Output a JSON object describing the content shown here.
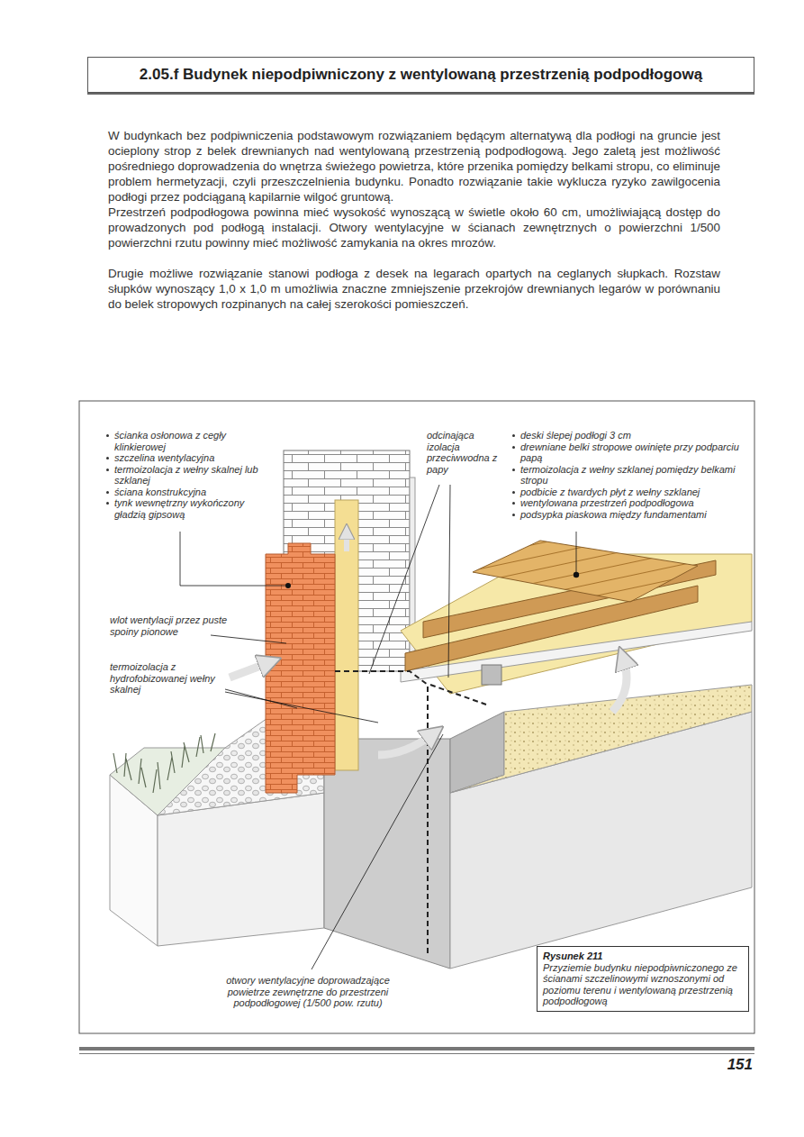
{
  "diagram": {
    "title": "2.05.f Budynek niepodpiwniczony z wentylowaną przestrzenią podpodłogową",
    "nodes": [
      {
        "text": [
          "Rysunek 211",
          "Przyziemie budynku niepodpiwniczonego ze ścianami szczelinowymi wznoszonymi od poziomu terenu i wentylowaną przestrzenią podpodłogową"
        ]
      }
    ],
    "labels": [
      "W budynkach bez podpiwniczenia podstawowym rozwiązaniem będącym alternatywą dla podłogi na gruncie jest ocieplony strop z belek drewnianych nad wentylowaną przestrzenią podpodłogową. Jego zaletą jest możliwość pośredniego doprowadzenia do wnętrza świeżego powietrza, które przenika pomiędzy belkami stropu, co eliminuje problem hermetyzacji, czyli przeszczelnienia budynku. Ponadto rozwiązanie takie wyklucza ryzyko zawilgocenia podłogi przez podciąganą kapilarnie wilgoć gruntową.",
      "Przestrzeń podpodłogowa powinna mieć wysokość wynoszącą w świetle około 60 cm, umożliwiającą dostęp do prowadzonych pod podłogą instalacji. Otwory wentylacyjne w ścianach zewnętrznych o powierzchni 1/500 powierzchni rzutu powinny mieć możliwość zamykania na okres mrozów.",
      "Drugie możliwe rozwiązanie stanowi podłoga z desek na legarach opartych na ceglanych słupkach. Rozstaw słupków wynoszący 1,0 x 1,0 m umożliwia znaczne zmniejszenie przekrojów drewnianych legarów w porównaniu do belek stropowych rozpinanych na całej szerokości pomieszczeń.",
      "ścianka osłonowa z cegły klinkierowej",
      "szczelina wentylacyjna",
      "termoizolacja z wełny skalnej lub szklanej",
      "ściana konstrukcyjna",
      "tynk wewnętrzny wykończony gładzią gipsową",
      "odcinająca izolacja przeciwwodna z papy",
      "deski ślepej podłogi 3 cm",
      "drewniane belki stropowe owinięte przy podparciu papą",
      "termoizolacja z wełny szklanej pomiędzy belkami stropu",
      "podbicie z twardych płyt z wełny szklanej",
      "wentylowana przestrzeń podpodłogowa",
      "podsypka piaskowa między fundamentami",
      "wlot wentylacji przez puste spoiny pionowe",
      "termoizolacja z hydrofobizowanej wełny skalnej",
      "otwory wentylacyjne doprowadzające powietrze zewnętrzne do przestrzeni podpodłogowej (1/500 pow. rzutu)",
      "151"
    ]
  }
}
